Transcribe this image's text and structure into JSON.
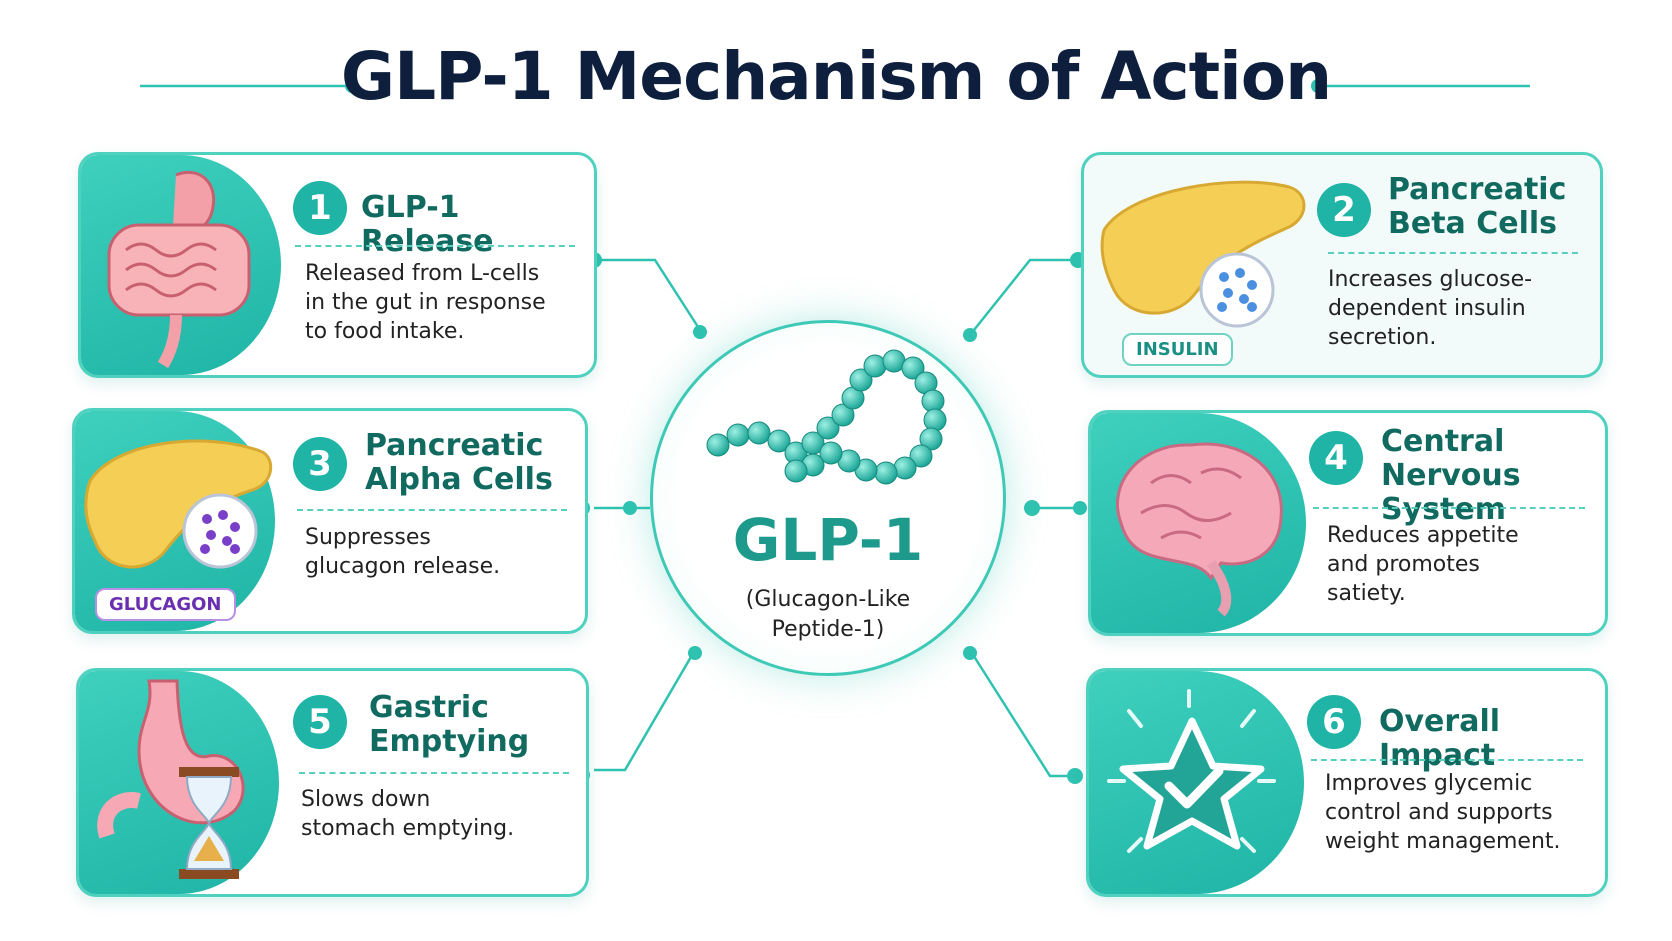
{
  "title": "GLP-1 Mechanism of Action",
  "center": {
    "name": "GLP-1",
    "subtitle_line1": "(Glucagon-Like",
    "subtitle_line2": "Peptide-1)"
  },
  "colors": {
    "accent": "#1fb4a6",
    "title": "#0e1f3d",
    "card_border": "#4fd1bf",
    "glucagon": "#6a2fb0",
    "insulin": "#1a8f84"
  },
  "cards": [
    {
      "number": "1",
      "title_line1": "GLP-1 Release",
      "title_line2": "",
      "desc_line1": "Released from L-cells",
      "desc_line2": "in the gut in response",
      "desc_line3": "to food intake.",
      "icon": "intestine-icon"
    },
    {
      "number": "2",
      "title_line1": "Pancreatic",
      "title_line2": "Beta Cells",
      "desc_line1": "Increases glucose-",
      "desc_line2": "dependent insulin",
      "desc_line3": "secretion.",
      "tag": "INSULIN",
      "icon": "pancreas-icon"
    },
    {
      "number": "3",
      "title_line1": "Pancreatic",
      "title_line2": "Alpha Cells",
      "desc_line1": "Suppresses",
      "desc_line2": "glucagon release.",
      "desc_line3": "",
      "tag": "GLUCAGON",
      "icon": "pancreas-icon"
    },
    {
      "number": "4",
      "title_line1": "Central Nervous",
      "title_line2": "System",
      "desc_line1": "Reduces appetite",
      "desc_line2": "and promotes",
      "desc_line3": "satiety.",
      "icon": "brain-icon"
    },
    {
      "number": "5",
      "title_line1": "Gastric",
      "title_line2": "Emptying",
      "desc_line1": "Slows down",
      "desc_line2": "stomach emptying.",
      "desc_line3": "",
      "icon": "stomach-hourglass-icon"
    },
    {
      "number": "6",
      "title_line1": "Overall Impact",
      "title_line2": "",
      "desc_line1": "Improves glycemic",
      "desc_line2": "control and supports",
      "desc_line3": "weight management.",
      "icon": "star-check-icon"
    }
  ]
}
